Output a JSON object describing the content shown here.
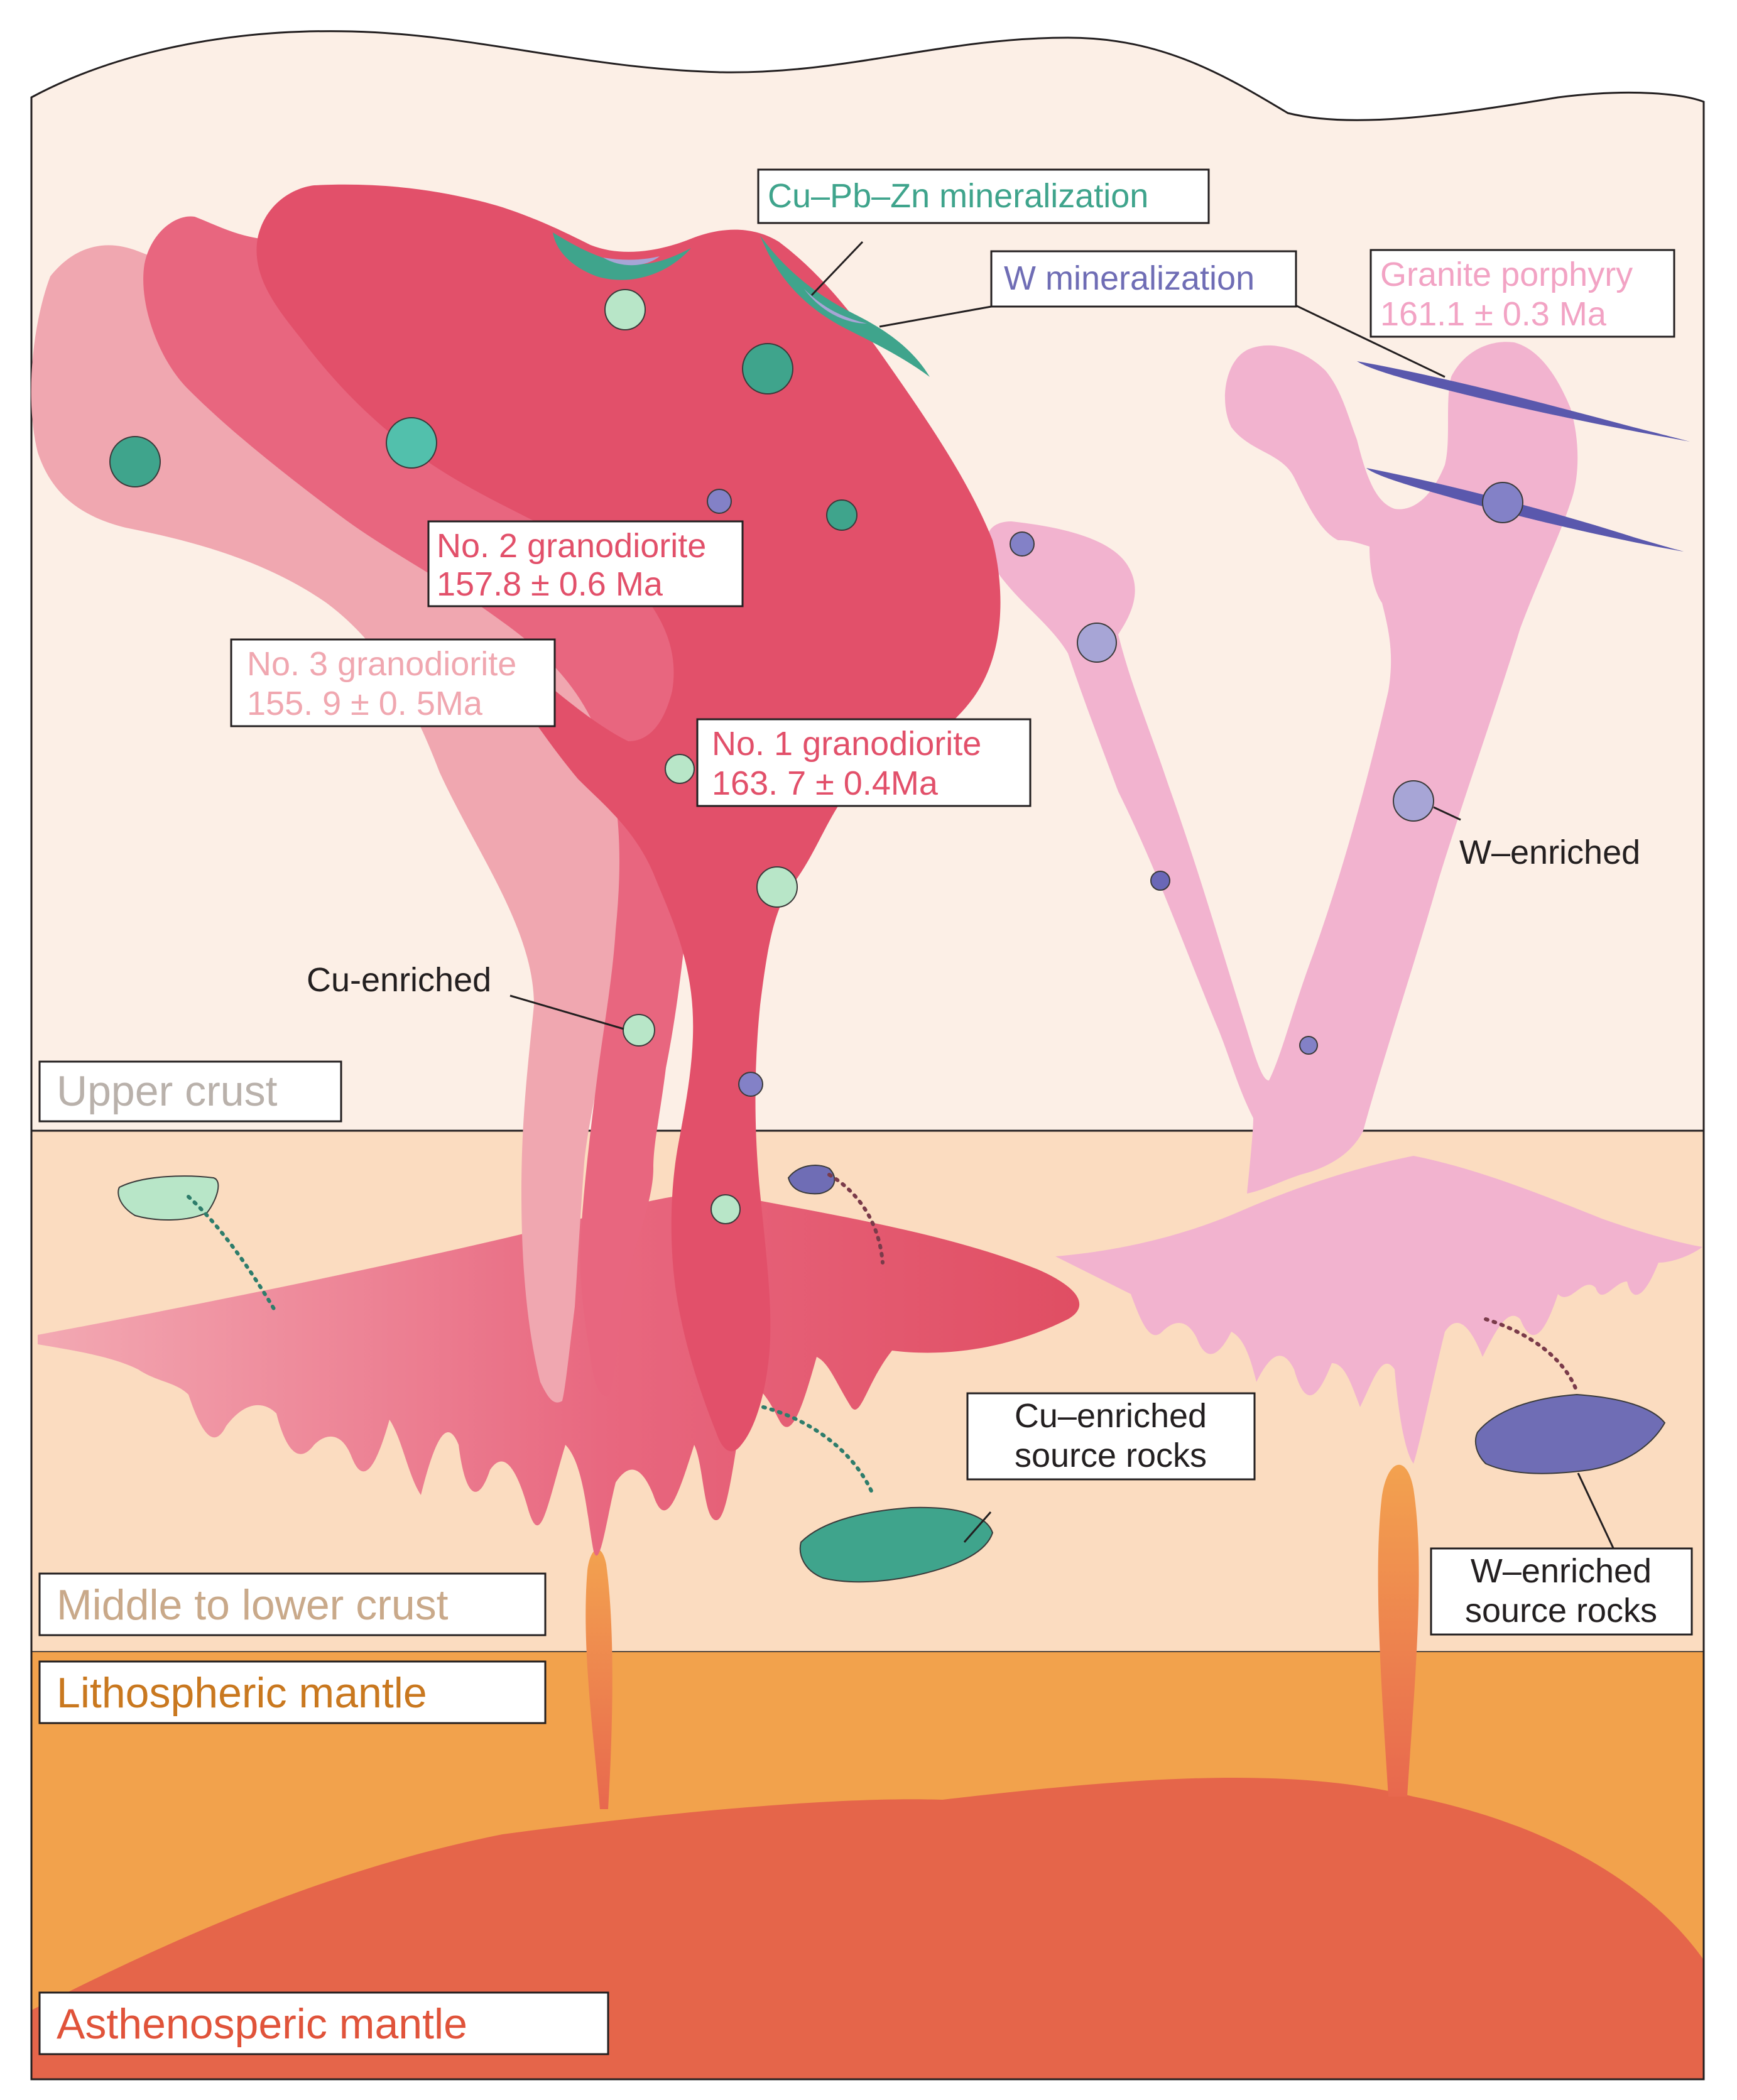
{
  "layers": {
    "upper_crust": "Upper crust",
    "middle_lower_crust": "Middle to lower crust",
    "lithospheric_mantle": "Lithospheric mantle",
    "asthenospheric_mantle": "Asthenosperic mantle"
  },
  "intrusions": {
    "no2": {
      "name": "No. 2 granodiorite",
      "age": "157.8 ± 0.6 Ma"
    },
    "no3": {
      "name": "No. 3 granodiorite",
      "age": "155. 9 ± 0. 5Ma"
    },
    "no1": {
      "name": "No. 1 granodiorite",
      "age": "163. 7  ±  0.4Ma"
    },
    "porphyry": {
      "name": "Granite porphyry",
      "age": "161.1 ± 0.3 Ma"
    }
  },
  "mineralization": {
    "cu_pb_zn": "Cu–Pb–Zn mineralization",
    "w": "W mineralization"
  },
  "annotations": {
    "cu_enriched": "Cu-enriched",
    "w_enriched": "W–enriched",
    "cu_source_line1": "Cu–enriched",
    "cu_source_line2": "source rocks",
    "w_source_line1": "W–enriched",
    "w_source_line2": "source rocks"
  },
  "colors": {
    "upper_crust": "#fcefe6",
    "middle_crust": "#fbdcc0",
    "lithospheric_mantle": "#f2a24c",
    "asthenosphere": "#e5654a",
    "no1_granodiorite": "#e2506a",
    "no2_granodiorite": "#e8667f",
    "no3_granodiorite": "#f0a7b0",
    "granite_porphyry": "#f2b3cf",
    "cu_mineral": "#3fa48c",
    "w_mineral": "#6f6db5",
    "cu_enriched": "#b8e6c8",
    "w_enriched": "#a7a5d6"
  }
}
